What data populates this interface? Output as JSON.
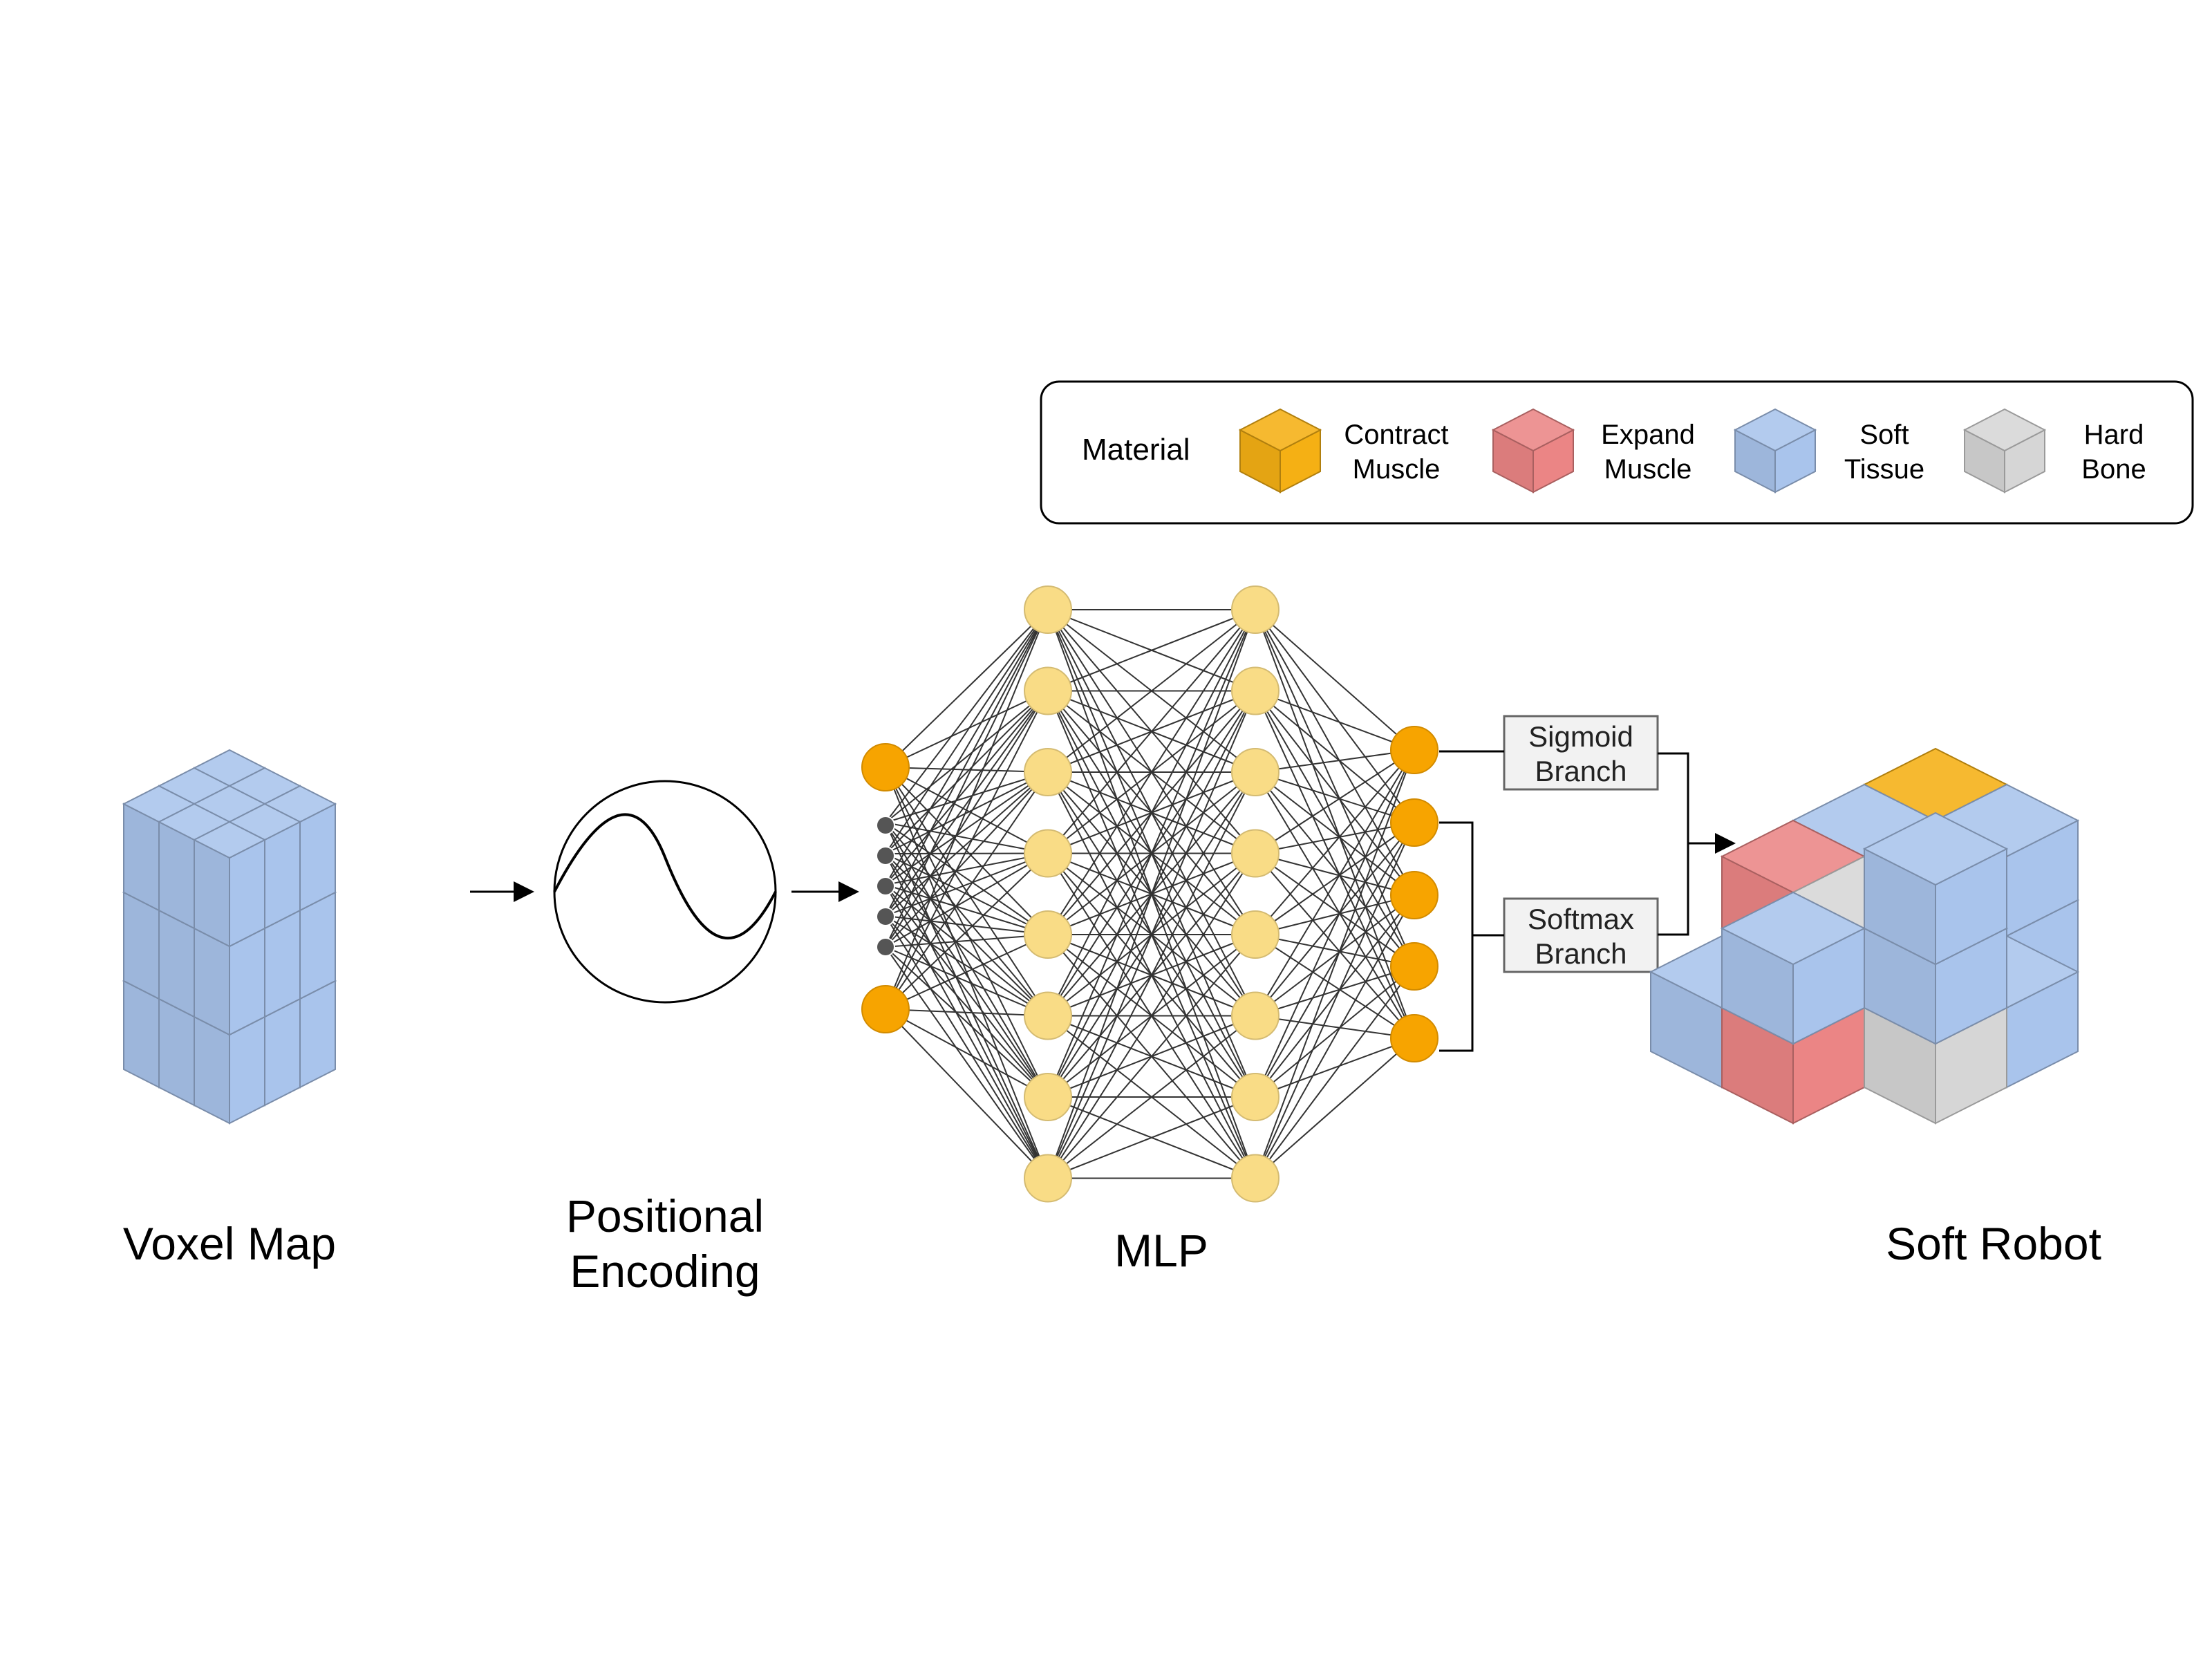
{
  "legend": {
    "title": "Material",
    "items": [
      {
        "label_line1": "Contract",
        "label_line2": "Muscle",
        "icon": "orange-cube-icon",
        "color": "#f5b014"
      },
      {
        "label_line1": "Expand",
        "label_line2": "Muscle",
        "icon": "red-cube-icon",
        "color": "#eb8585"
      },
      {
        "label_line1": "Soft",
        "label_line2": "Tissue",
        "icon": "blue-cube-icon",
        "color": "#a9c4ec"
      },
      {
        "label_line1": "Hard",
        "label_line2": "Bone",
        "icon": "gray-cube-icon",
        "color": "#d6d6d6"
      }
    ]
  },
  "stages": {
    "voxel_map": "Voxel Map",
    "positional_encoding_line1": "Positional",
    "positional_encoding_line2": "Encoding",
    "mlp": "MLP",
    "soft_robot": "Soft Robot"
  },
  "branches": {
    "sigmoid_line1": "Sigmoid",
    "sigmoid_line2": "Branch",
    "softmax_line1": "Softmax",
    "softmax_line2": "Branch"
  },
  "colors": {
    "input_node": "#f7a400",
    "hidden_node": "#f9dc86",
    "output_node": "#f7a400",
    "soft_tissue": "#a9c4ec",
    "expand_muscle": "#eb8585",
    "contract_muscle": "#f5b014",
    "hard_bone": "#d6d6d6"
  }
}
